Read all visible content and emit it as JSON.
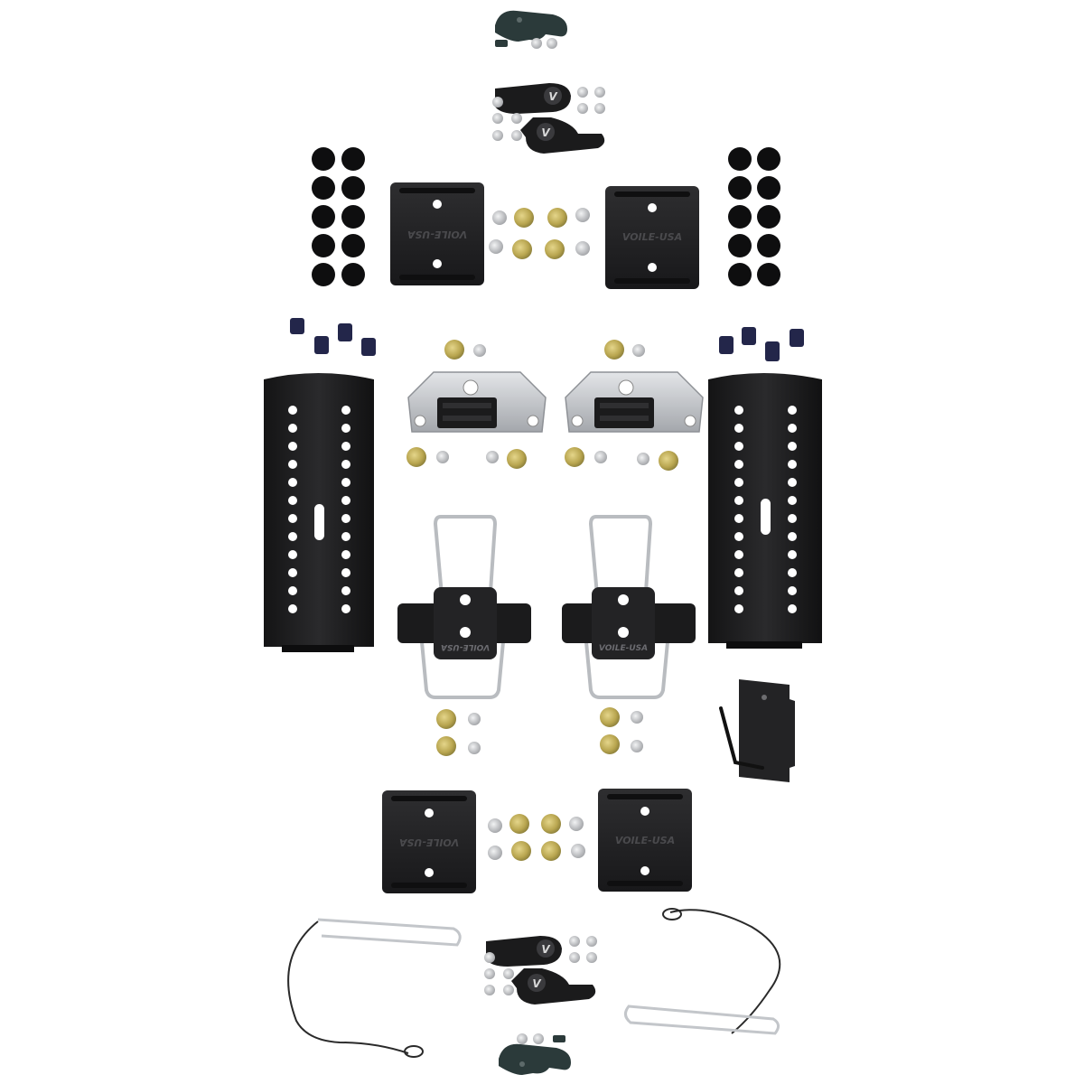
{
  "image": {
    "subject": "splitboard binding interface kit parts laid out on white",
    "background_color": "#ffffff"
  },
  "colors": {
    "plastic_black": "#1b1b1c",
    "plastic_dark": "#2b2b2d",
    "plastic_highlight": "#3d3d40",
    "steel": "#c9cbce",
    "steel_dark": "#8e9196",
    "zinc_gold": "#c8b25a",
    "zinc_green": "#a9b46a",
    "navy_clip": "#23264a",
    "cable": "#2a2a2a"
  },
  "icons": {
    "puck": "puck-plate-icon",
    "slider_track": "slider-track-icon",
    "toe_clip": "toe-clip-icon",
    "hook": "hook-latch-icon",
    "heel_lock": "heel-lock-icon",
    "bail": "wire-bail-icon",
    "tnut": "t-nut-icon",
    "screw": "screw-icon",
    "rubber_dot": "rubber-pad-icon",
    "cable": "leash-cable-icon",
    "allen_key": "allen-key-icon",
    "shim": "shim-plate-icon"
  },
  "markings": {
    "puck_logo": "VOILE-USA",
    "bail_logo": "VOILE-USA",
    "hook_logo": "V"
  }
}
